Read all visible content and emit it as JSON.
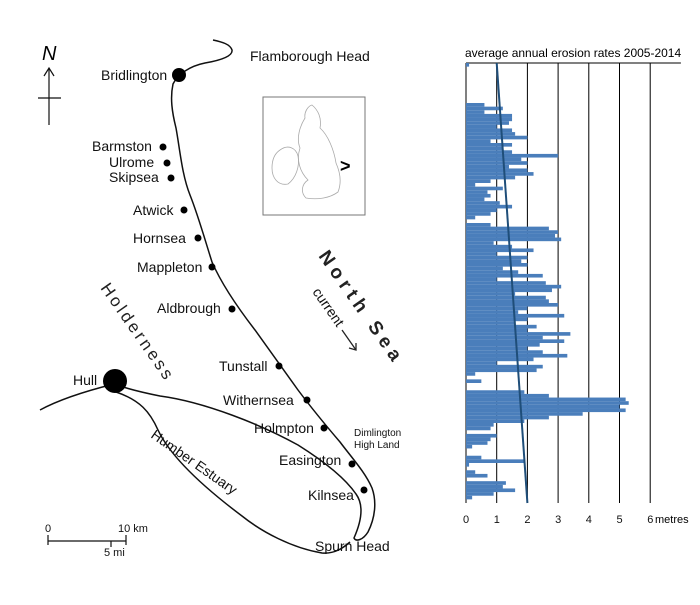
{
  "map": {
    "north_label": "N",
    "towns": [
      {
        "name": "Bridlington"
      },
      {
        "name": "Barmston"
      },
      {
        "name": "Ulrome"
      },
      {
        "name": "Skipsea"
      },
      {
        "name": "Atwick"
      },
      {
        "name": "Hornsea"
      },
      {
        "name": "Mappleton"
      },
      {
        "name": "Aldbrough"
      },
      {
        "name": "Tunstall"
      },
      {
        "name": "Withernsea"
      },
      {
        "name": "Holmpton"
      },
      {
        "name": "Easington"
      },
      {
        "name": "Kilnsea"
      },
      {
        "name": "Hull"
      }
    ],
    "headlands": {
      "flamborough": "Flamborough Head",
      "spurn": "Spurn Head",
      "dimlington_1": "Dimlington",
      "dimlington_2": "High Land"
    },
    "region_label": "Holderness",
    "sea_label": "North Sea",
    "current_label": "current",
    "estuary_label": "Humber Estuary",
    "scale": {
      "zero": "0",
      "km": "10 km",
      "mi": "5 mi"
    },
    "inset_arrow": ">"
  },
  "chart_data": {
    "type": "bar",
    "orientation": "horizontal",
    "title": "average annual erosion rates 2005-2014",
    "x_unit": "metres",
    "xlim": [
      0,
      7
    ],
    "x_ticks": [
      "0",
      "1",
      "2",
      "3",
      "4",
      "5",
      "6"
    ],
    "values": [
      0.1,
      0,
      0,
      0,
      0,
      0,
      0,
      0,
      0,
      0,
      0,
      0.6,
      1.2,
      0.6,
      1.5,
      1.5,
      1.4,
      1.0,
      1.5,
      1.6,
      2.0,
      0.8,
      1.5,
      1.2,
      1.5,
      3.0,
      1.8,
      2.0,
      1.4,
      2.0,
      2.2,
      1.6,
      0.8,
      0.3,
      1.2,
      0.7,
      0.8,
      0.6,
      1.1,
      1.5,
      1.0,
      0.8,
      0.3,
      0,
      0.8,
      2.7,
      3.0,
      2.9,
      3.1,
      0.9,
      1.5,
      2.2,
      1.0,
      2.0,
      1.8,
      2.0,
      1.2,
      1.7,
      2.5,
      1.0,
      2.6,
      3.1,
      2.8,
      1.6,
      2.6,
      2.7,
      3.0,
      2.0,
      1.7,
      3.2,
      2.0,
      1.6,
      2.3,
      2.0,
      3.4,
      2.5,
      3.2,
      2.4,
      2.0,
      2.5,
      3.3,
      2.2,
      1.0,
      2.5,
      2.3,
      0.3,
      0,
      0.5,
      0,
      0,
      1.9,
      2.7,
      5.2,
      5.3,
      5.0,
      5.2,
      3.8,
      2.7,
      1.9,
      0.9,
      0.8,
      0,
      1.0,
      0.8,
      0.7,
      0.2,
      0,
      0,
      0.5,
      1.9,
      0.1,
      0,
      0.3,
      0.7,
      0,
      1.3,
      1.2,
      1.6,
      0.9,
      0.2,
      0
    ],
    "trend_line": {
      "top_value": 1.0,
      "bottom_value": 2.0
    },
    "colors": {
      "bar": "#4a7ebb",
      "trend": "#1f4e79",
      "grid": "#000000"
    }
  }
}
